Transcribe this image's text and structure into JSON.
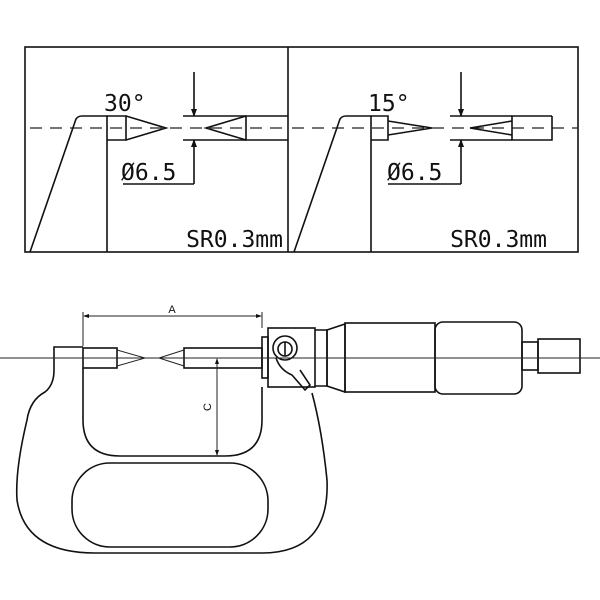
{
  "detail_left": {
    "angle": "30°",
    "diameter": "Ø6.5",
    "radius": "SR0.3mm"
  },
  "detail_right": {
    "angle": "15°",
    "diameter": "Ø6.5",
    "radius": "SR0.3mm"
  },
  "micrometer": {
    "dim_a": "A",
    "dim_c": "C"
  }
}
